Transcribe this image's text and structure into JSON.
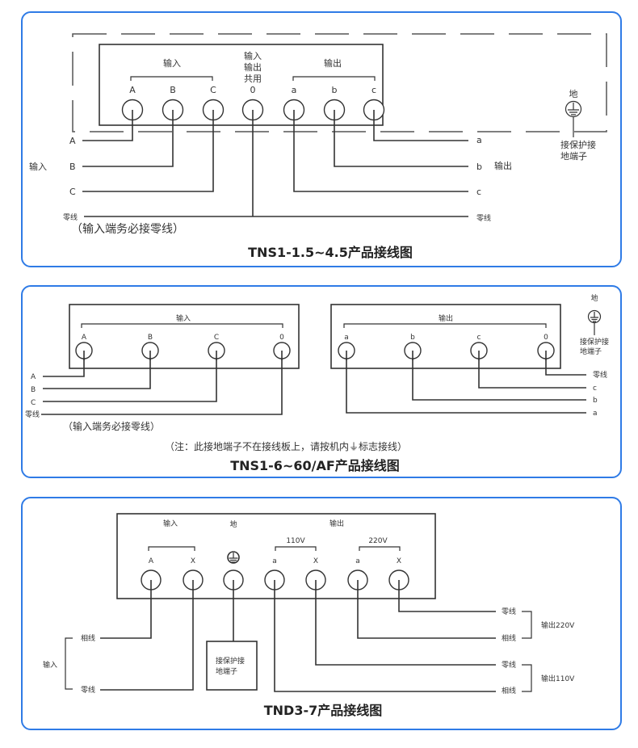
{
  "colors": {
    "panel_border": "#2f7be6",
    "line": "#333333"
  },
  "diagram1": {
    "title": "TNS1-1.5~4.5产品接线图",
    "group_input": "输入",
    "group_output": "输出",
    "shared_label": [
      "输入",
      "输出",
      "共用"
    ],
    "terminals": [
      "A",
      "B",
      "C",
      "0",
      "a",
      "b",
      "c"
    ],
    "ground_label": "地",
    "ground_terminal_label": [
      "接保护接",
      "地端子"
    ],
    "left_wire_labels": [
      "A",
      "B",
      "C"
    ],
    "left_side_label": "输入",
    "neutral_label": "零线",
    "right_wire_labels": [
      "a",
      "b",
      "c"
    ],
    "right_side_label": "输出",
    "right_neutral_label": "零线",
    "note": "（输入端务必接零线）"
  },
  "diagram2": {
    "title": "TNS1-6~60/AF产品接线图",
    "input_group": "输入",
    "input_terminals": [
      "A",
      "B",
      "C",
      "0"
    ],
    "output_group": "输出",
    "output_terminals": [
      "a",
      "b",
      "c",
      "0"
    ],
    "ground_label": "地",
    "ground_terminal_label": [
      "接保护接",
      "地端子"
    ],
    "left_wire_labels": [
      "A",
      "B",
      "C",
      "零线"
    ],
    "right_wire_labels": [
      "零线",
      "c",
      "b",
      "a"
    ],
    "note_input": "（输入端务必接零线）",
    "note_ground": "（注：此接地端子不在接线板上，请按机内⏚标志接线）"
  },
  "diagram3": {
    "title": "TND3-7产品接线图",
    "input_group": "输入",
    "ground_group": "地",
    "output_group": "输出",
    "v110": "110V",
    "v220": "220V",
    "terminals": [
      "A",
      "X",
      "⏚",
      "a",
      "X",
      "a",
      "X"
    ],
    "ground_box": [
      "接保护接",
      "地端子"
    ],
    "left_side_label": "输入",
    "left_wire_labels": [
      "相线",
      "零线"
    ],
    "right_wire_labels": [
      "零线",
      "相线",
      "零线",
      "相线"
    ],
    "out220_label": "输出220V",
    "out110_label": "输出110V"
  }
}
